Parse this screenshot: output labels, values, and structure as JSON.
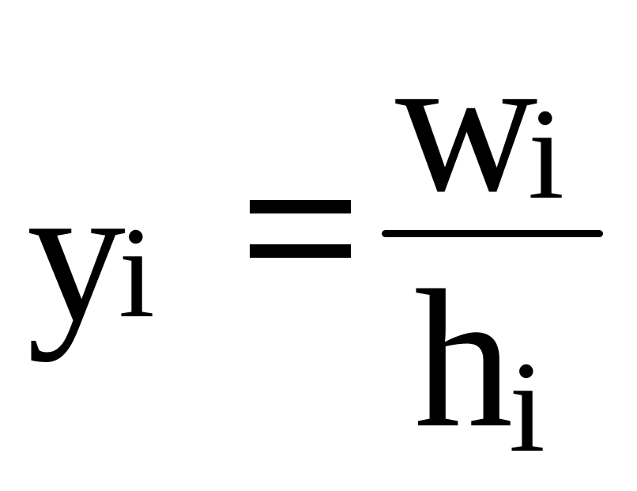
{
  "formula": {
    "lhs": {
      "base": "y",
      "subscript": "i"
    },
    "operator": "=",
    "fraction": {
      "numerator": {
        "base": "w",
        "subscript": "i"
      },
      "denominator": {
        "base": "h",
        "subscript": "i"
      }
    }
  },
  "colors": {
    "ink": "#000000",
    "background": "#ffffff"
  }
}
